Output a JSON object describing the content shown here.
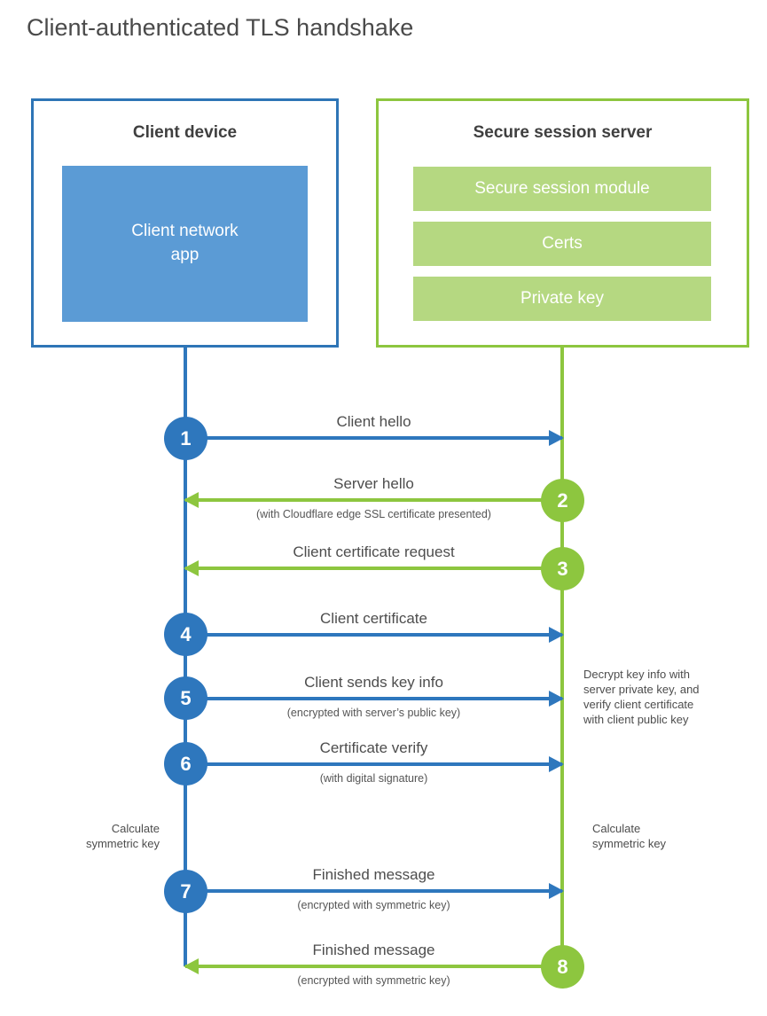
{
  "title": "Client-authenticated TLS handshake",
  "client": {
    "title": "Client device",
    "app": "Client network\napp"
  },
  "server": {
    "title": "Secure session server",
    "modules": [
      "Secure session module",
      "Certs",
      "Private key"
    ]
  },
  "steps": [
    {
      "number": "1",
      "from": "client",
      "to": "server",
      "label": "Client hello",
      "sublabel": ""
    },
    {
      "number": "2",
      "from": "server",
      "to": "client",
      "label": "Server hello",
      "sublabel": "(with Cloudflare edge SSL certificate presented)"
    },
    {
      "number": "3",
      "from": "server",
      "to": "client",
      "label": "Client certificate request",
      "sublabel": ""
    },
    {
      "number": "4",
      "from": "client",
      "to": "server",
      "label": "Client certificate",
      "sublabel": ""
    },
    {
      "number": "5",
      "from": "client",
      "to": "server",
      "label": "Client sends key info",
      "sublabel": "(encrypted with server’s public key)"
    },
    {
      "number": "6",
      "from": "client",
      "to": "server",
      "label": "Certificate verify",
      "sublabel": "(with digital signature)"
    },
    {
      "number": "7",
      "from": "client",
      "to": "server",
      "label": "Finished message",
      "sublabel": "(encrypted with symmetric key)"
    },
    {
      "number": "8",
      "from": "server",
      "to": "client",
      "label": "Finished message",
      "sublabel": "(encrypted with symmetric key)"
    }
  ],
  "annotations": {
    "server_note": "Decrypt key info with\nserver private key, and\nverify client certificate\nwith client public key",
    "client_calc": "Calculate\nsymmetric key",
    "server_calc": "Calculate\nsymmetric key"
  },
  "colors": {
    "blue": "#2e77bd",
    "blue_border": "#2e75b6",
    "blue_light": "#5b9bd5",
    "green": "#8dc63f",
    "green_light": "#b5d881"
  }
}
